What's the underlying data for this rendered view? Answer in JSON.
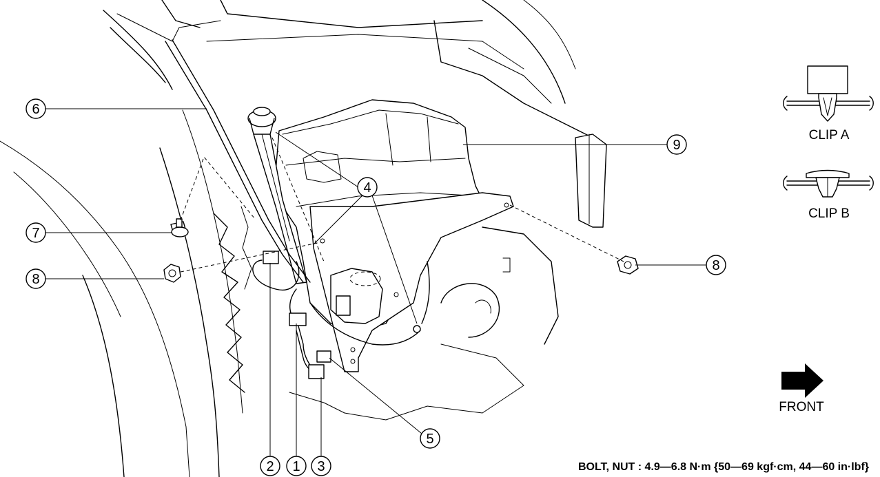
{
  "callouts": {
    "c1": "1",
    "c2": "2",
    "c3": "3",
    "c4": "4",
    "c5": "5",
    "c6": "6",
    "c7": "7",
    "c8_left": "8",
    "c8_right": "8",
    "c9": "9"
  },
  "legend": {
    "clip_a": "CLIP A",
    "clip_b": "CLIP B"
  },
  "direction": {
    "label": "FRONT"
  },
  "torque_spec": "BOLT, NUT : 4.9—6.8 N·m {50—69 kgf·cm, 44—60 in·lbf}"
}
